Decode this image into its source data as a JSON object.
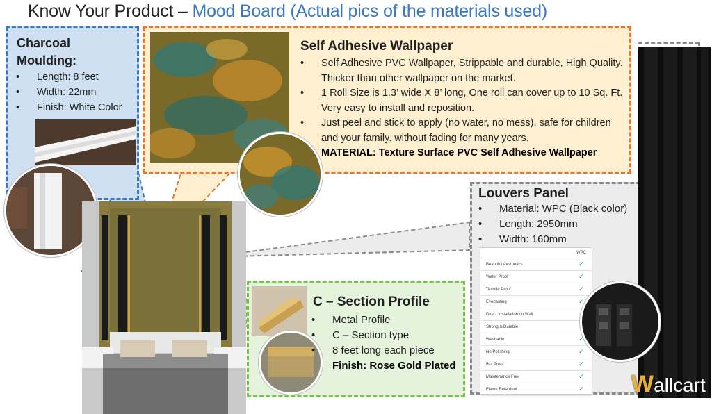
{
  "title": {
    "prefix": "Know Your Product – ",
    "highlight": "Mood Board (Actual pics of the materials used)"
  },
  "charcoal": {
    "heading_line1": "Charcoal",
    "heading_line2": "Moulding:",
    "items": [
      "Length: 8 feet",
      "Width: 22mm",
      "Finish: White Color"
    ]
  },
  "wallpaper": {
    "heading": "Self Adhesive Wallpaper",
    "items": [
      "Self Adhesive PVC Wallpaper, Strippable and durable, High Quality. Thicker than other wallpaper on the market.",
      "1 Roll Size is 1.3’ wide X 8’ long, One roll can cover up to 10 Sq. Ft. Very easy to install and reposition.",
      "Just peel and stick to apply (no water, no mess). safe for children and your family. without fading for many years."
    ],
    "material": "MATERIAL: Texture Surface PVC Self Adhesive Wallpaper"
  },
  "louvers": {
    "heading": "Louvers Panel",
    "items": [
      "Material: WPC (Black color)",
      "Length: 2950mm",
      "Width: 160mm"
    ],
    "table_header": "WPC",
    "table_rows": [
      "Beautiful Aesthetics",
      "Water Proof",
      "Termite Proof",
      "Everlasting",
      "Direct Installation on Wall",
      "Strong & Durable",
      "Washable",
      "No Polishing",
      "Rot Proof",
      "Maintenance Free",
      "Flame Retardent"
    ]
  },
  "csection": {
    "heading": "C – Section Profile",
    "items": [
      "Metal Profile",
      "C – Section type",
      "8 feet long each piece"
    ],
    "finish": "Finish: Rose Gold Plated"
  },
  "brand": {
    "logo_w": "W",
    "logo_rest": "allcart"
  },
  "colors": {
    "accent_blue": "#3a78c4",
    "accent_orange": "#e8762c",
    "accent_green": "#79c24a",
    "accent_grey": "#8a8a8a"
  }
}
